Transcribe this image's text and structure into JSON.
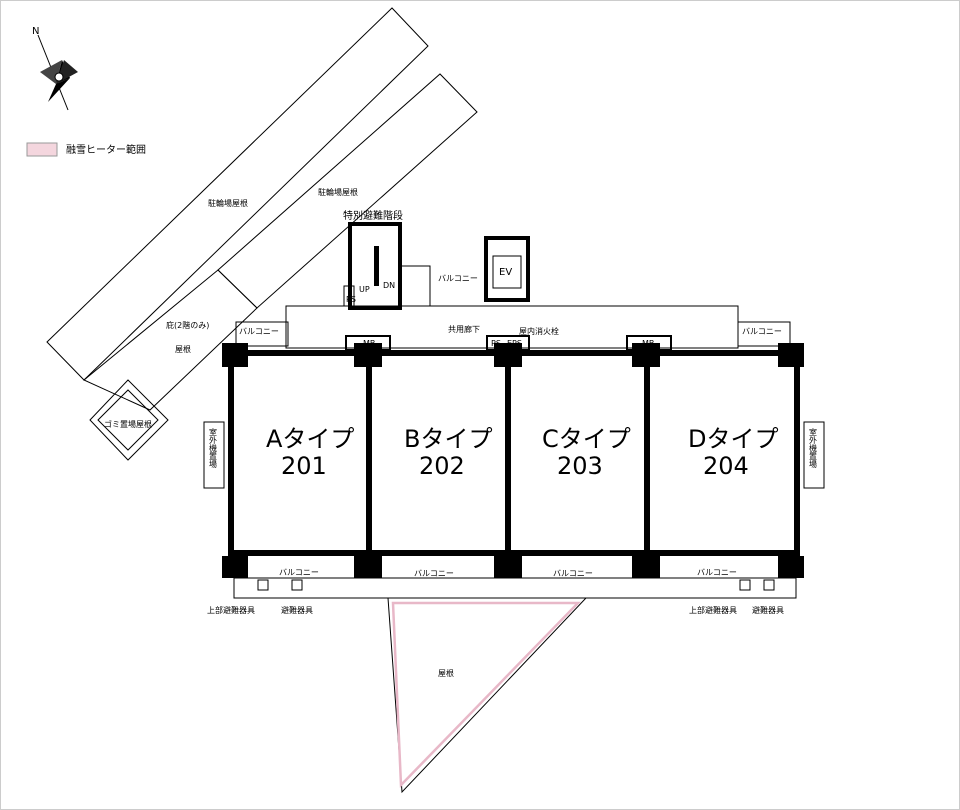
{
  "legend": {
    "label": "融雪ヒーター範囲",
    "color": "#f4d6de"
  },
  "compass": {
    "label": "N"
  },
  "roofs": {
    "parking_left": "駐輪場屋根",
    "parking_right": "駐輪場屋根",
    "eave": "庇(2階のみ)",
    "roof_left": "屋根",
    "garbage": "ゴミ置場屋根",
    "roof_bottom": "屋根"
  },
  "core": {
    "stair": "特別避難階段",
    "up": "UP",
    "dn": "DN",
    "ps_small": "PS",
    "ev": "EV",
    "balcony_core": "バルコニー",
    "corridor": "共用廊下",
    "hydrant": "屋内消火栓",
    "ps": "PS",
    "eps": "EPS",
    "mb": "MB"
  },
  "units": [
    {
      "type": "Aタイプ",
      "number": "201"
    },
    {
      "type": "Bタイプ",
      "number": "202"
    },
    {
      "type": "Cタイプ",
      "number": "203"
    },
    {
      "type": "Dタイプ",
      "number": "204"
    }
  ],
  "balconies": {
    "nw": "バルコニー",
    "ne": "バルコニー",
    "s1": "バルコニー",
    "s2": "バルコニー",
    "s3": "バルコニー",
    "s4": "バルコニー"
  },
  "outdoor_unit": "室外機置場",
  "evac": {
    "upper_left": "上部避難器具",
    "device_left": "避難器具",
    "upper_right": "上部避難器具",
    "device_right": "避難器具"
  }
}
